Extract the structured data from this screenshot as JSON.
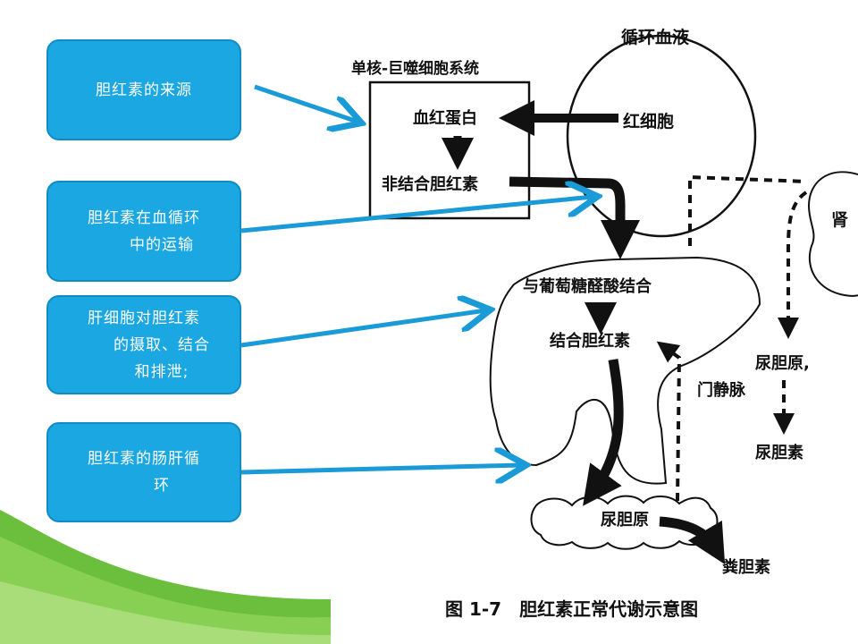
{
  "cards": [
    {
      "lines": [
        "胆红素的来源"
      ]
    },
    {
      "lines": [
        "胆红素在血循环",
        "中的运输"
      ]
    },
    {
      "lines": [
        "肝细胞对胆红素",
        "的摄取、结合",
        "和排泄;"
      ]
    },
    {
      "lines": [
        "胆红素的肠肝循",
        "环"
      ]
    }
  ],
  "diagram": {
    "blood_circulation": "循环血液",
    "red_blood_cell": "红细胞",
    "mps_system": "单核-巨噬细胞系统",
    "hemoglobin": "血红蛋白",
    "unconjugated_bilirubin": "非结合胆红素",
    "glucuronide_conjugation": "与葡萄糖醛酸结合",
    "conjugated_bilirubin": "结合胆红素",
    "kidney": "肾",
    "urobilinogen_kidney": "尿胆原,",
    "portal_vein": "门静脉",
    "urobilin": "尿胆素",
    "urobilinogen_intestine": "尿胆原",
    "stercobilin": "粪胆素",
    "caption": "图 1-7　胆红素正常代谢示意图"
  }
}
